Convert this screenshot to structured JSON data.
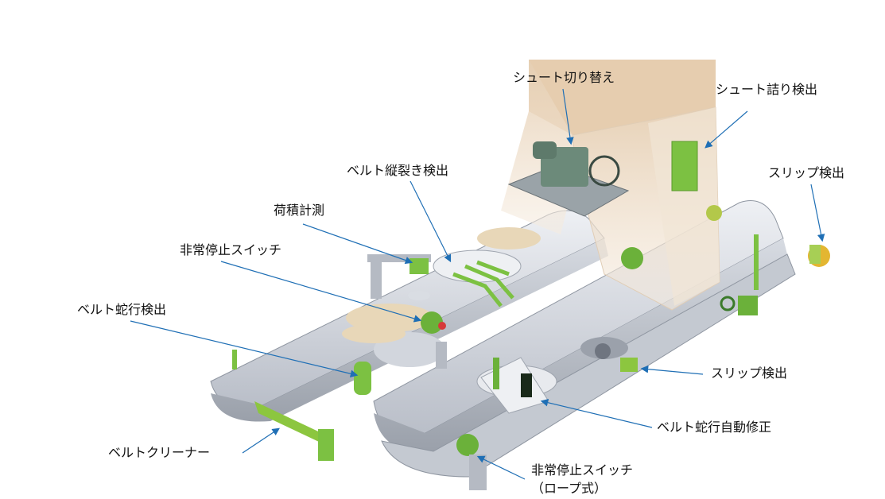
{
  "labels": {
    "chute_switch": "シュート切り替え",
    "chute_clog": "シュート詰り検出",
    "belt_rip": "ベルト縦裂き検出",
    "load_measure": "荷積計測",
    "emergency_stop": "非常停止スイッチ",
    "slip_top": "スリップ検出",
    "belt_drift": "ベルト蛇行検出",
    "slip_mid": "スリップ検出",
    "belt_drift_correct": "ベルト蛇行自動修正",
    "belt_cleaner": "ベルトクリーナー",
    "emergency_stop_rope_1": "非常停止スイッチ",
    "emergency_stop_rope_2": "（ロープ式）"
  },
  "colors": {
    "arrow": "#1f6fb5",
    "device_green": "#8cc63f",
    "belt_gray": "#cfd4dc",
    "chute_beige": "#efe0cc"
  }
}
